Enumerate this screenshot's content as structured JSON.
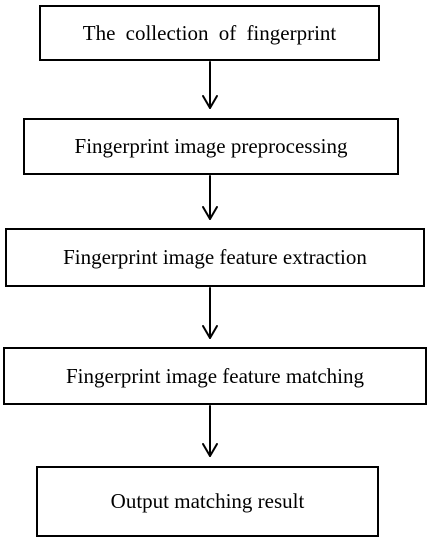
{
  "steps": [
    {
      "label": "The collection of fingerprint"
    },
    {
      "label": "Fingerprint image preprocessing"
    },
    {
      "label": "Fingerprint image feature extraction"
    },
    {
      "label": "Fingerprint image feature matching"
    },
    {
      "label": "Output matching result"
    }
  ],
  "colors": {
    "stroke": "#000000",
    "background": "#ffffff"
  }
}
